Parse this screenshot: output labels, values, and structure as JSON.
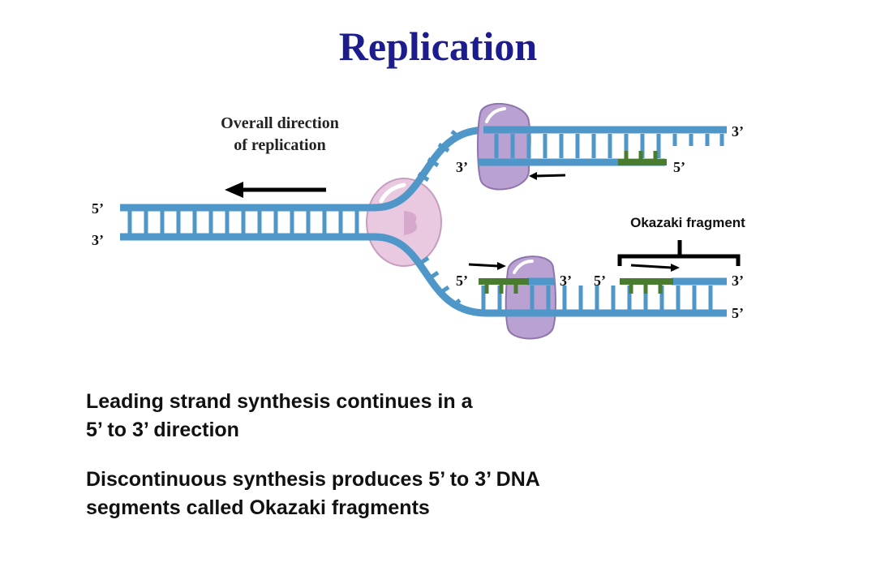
{
  "title": "Replication",
  "direction_label": [
    "Overall direction",
    "of replication"
  ],
  "okazaki_label": "Okazaki fragment",
  "end_labels": {
    "parent_top": "5’",
    "parent_bottom": "3’",
    "upper_right_top": "3’",
    "upper_fork_3": "3’",
    "upper_primer_5": "5’",
    "lower_fork_5": "5’",
    "lower_mid_3": "3’",
    "lower_mid_5": "5’",
    "lower_right_3": "3’",
    "lower_right_5": "5’"
  },
  "captions": {
    "leading": [
      "Leading strand synthesis continues in a",
      "5’ to 3’ direction"
    ],
    "discontinuous": [
      "Discontinuous synthesis produces 5’ to 3’ DNA",
      "segments called Okazaki fragments"
    ]
  },
  "colors": {
    "title": "#1c1c8e",
    "dna_strand": "#4f97c9",
    "new_strand": "#4a7c30",
    "enzyme": "#b9a1d2",
    "helicase": "#e8c9e0"
  }
}
